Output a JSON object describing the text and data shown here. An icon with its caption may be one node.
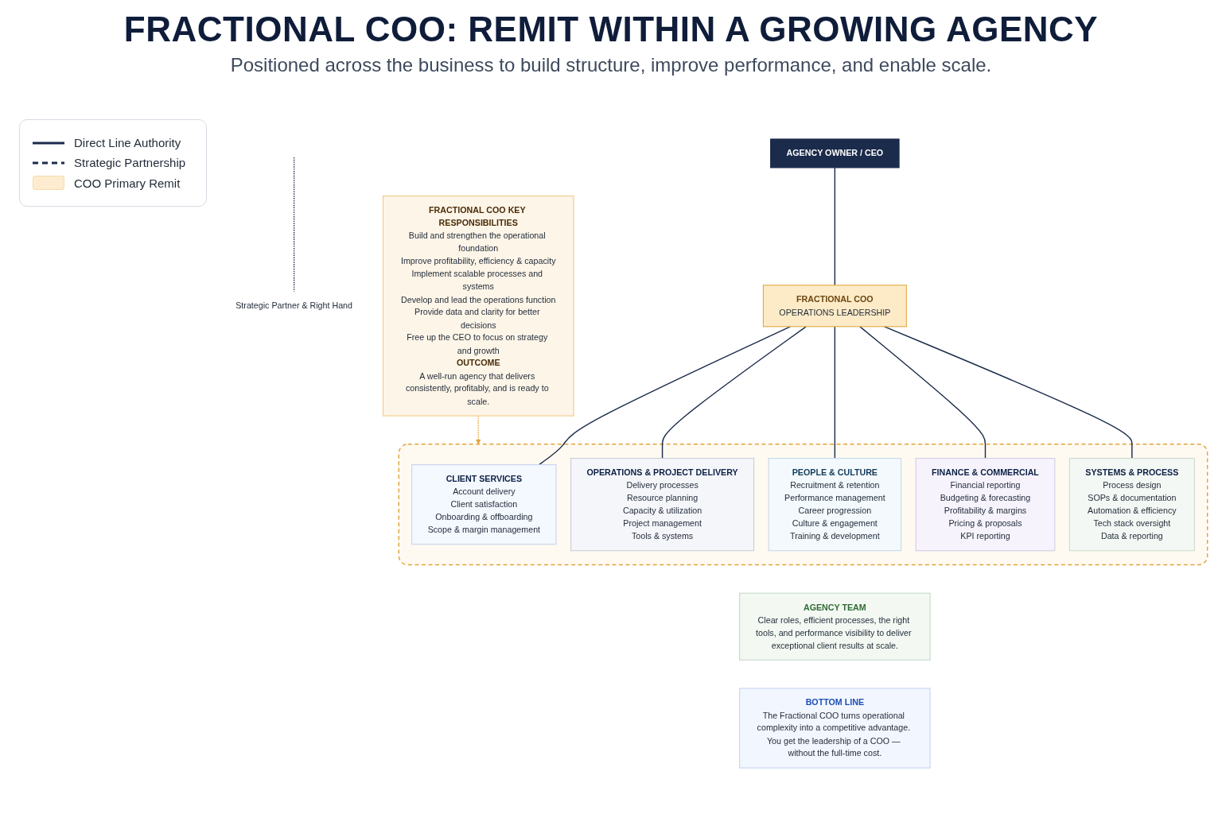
{
  "diagram": {
    "title": "FRACTIONAL COO: REMIT WITHIN A GROWING AGENCY",
    "nodes": [
      {
        "text": [
          "AGENCY OWNER / CEO"
        ]
      },
      {
        "text": [
          "Strategic Partner & Right Hand"
        ]
      },
      {
        "text": [
          "FRACTIONAL COO",
          "OPERATIONS LEADERSHIP"
        ]
      },
      {
        "text": [],
        "shape": "box"
      },
      {
        "text": [
          "CLIENT SERVICES",
          "Account delivery",
          "Client satisfaction",
          "Onboarding & offboarding",
          "Scope & margin management"
        ],
        "in": 3
      },
      {
        "text": [
          "OPERATIONS & PROJECT DELIVERY",
          "Delivery processes",
          "Resource planning",
          "Capacity & utilization",
          "Project management",
          "Tools & systems"
        ],
        "in": 3
      },
      {
        "text": [
          "PEOPLE & CULTURE",
          "Recruitment & retention",
          "Performance management",
          "Career progression",
          "Culture & engagement",
          "Training & development"
        ],
        "in": 3
      },
      {
        "text": [
          "FINANCE & COMMERCIAL",
          "Financial reporting",
          "Budgeting & forecasting",
          "Profitability & margins",
          "Pricing & proposals",
          "KPI reporting"
        ],
        "in": 3
      },
      {
        "text": [
          "SYSTEMS & PROCESS",
          "Process design",
          "SOPs & documentation",
          "Automation & efficiency",
          "Tech stack oversight",
          "Data & reporting"
        ],
        "in": 3
      },
      {
        "text": [
          "FRACTIONAL COO KEY RESPONSIBILITIES",
          "Build and strengthen the operational foundation",
          "Improve profitability, efficiency & capacity",
          "Implement scalable processes and systems",
          "Develop and lead the operations function",
          "Provide data and clarity for better decisions",
          "Free up the CEO to focus on strategy and growth",
          "OUTCOME",
          "A well-run agency that delivers consistently, profitably, and is ready to scale."
        ]
      },
      {
        "text": [
          "AGENCY TEAM",
          "Clear roles, efficient processes, the right tools, and performance visibility to deliver exceptional client results at scale."
        ]
      },
      {
        "text": [
          "BOTTOM LINE",
          "The Fractional COO turns operational complexity into a competitive advantage. You get the leadership of a COO — without the full-time cost."
        ]
      }
    ],
    "edges": [
      {
        "from": 0,
        "to": 2,
        "arrow": "none"
      },
      {
        "from": null,
        "to": 1,
        "arrow": "none",
        "style": "dashed"
      },
      {
        "from": 2,
        "to": 4,
        "arrow": "none"
      },
      {
        "from": 2,
        "to": 5,
        "arrow": "none"
      },
      {
        "from": 2,
        "to": 6,
        "arrow": "none"
      },
      {
        "from": 2,
        "to": 7,
        "arrow": "none"
      },
      {
        "from": 2,
        "to": 8,
        "arrow": "none"
      },
      {
        "from": 9,
        "to": 3,
        "arrow": "to",
        "style": "dashed",
        "color": "#e3a33a"
      }
    ],
    "labels": [
      "Positioned across the business to build structure, improve performance, and enable scale."
    ],
    "legend": [
      {
        "text": "Direct Line Authority"
      },
      {
        "text": "Strategic Partnership"
      },
      {
        "text": "COO Primary Remit",
        "color": "#fdeccf"
      }
    ]
  }
}
